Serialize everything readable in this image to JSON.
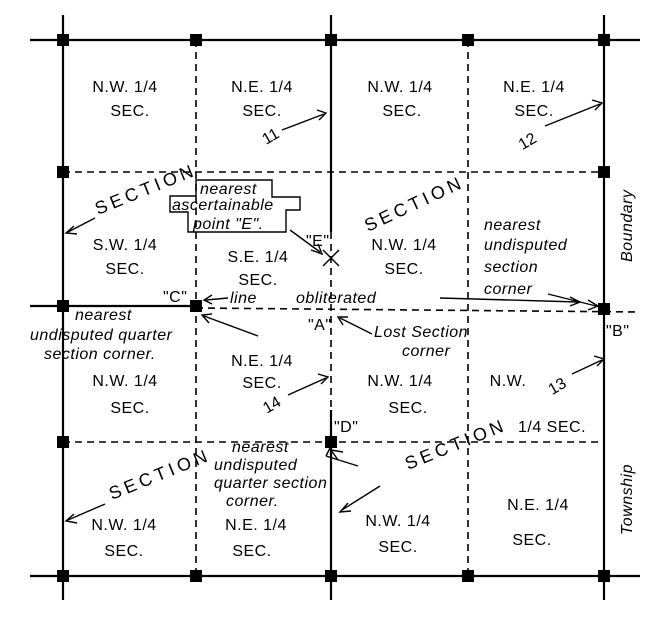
{
  "quarters": {
    "nw1": [
      "N.W. 1/4",
      "SEC."
    ],
    "ne1": [
      "N.E. 1/4",
      "SEC."
    ],
    "nw2": [
      "N.W. 1/4",
      "SEC."
    ],
    "ne2": [
      "N.E. 1/4",
      "SEC."
    ],
    "sw3": [
      "S.W. 1/4",
      "SEC."
    ],
    "se3": [
      "S.E. 1/4",
      "SEC."
    ],
    "nw4": [
      "N.W. 1/4",
      "SEC."
    ],
    "ne5": [
      "N.E. 1/4",
      "SEC."
    ],
    "nw6": [
      "N.W. 1/4",
      "SEC."
    ],
    "nw7": "N.W.",
    "quarter_sec": "1/4 SEC.",
    "nw8": [
      "N.W. 1/4",
      "SEC."
    ],
    "ne8": [
      "N.E. 1/4",
      "SEC."
    ],
    "nw9": [
      "N.W. 1/4",
      "SEC."
    ],
    "ne9": [
      "N.E. 1/4",
      "SEC."
    ]
  },
  "section_numbers": {
    "s11": "11",
    "s12": "12",
    "s13": "13",
    "s14": "14"
  },
  "section_word": "SECTION",
  "points": {
    "a": "\"A\"",
    "b": "\"B\"",
    "c": "\"C\"",
    "d": "\"D\"",
    "e": "\"E\""
  },
  "notes": {
    "nearest_ascertainable": [
      "nearest",
      "ascertainable",
      "point \"E\"."
    ],
    "nearest_undisputed_section": [
      "nearest",
      "undisputed",
      "section",
      "corner"
    ],
    "nearest_undisputed_quarter_left": [
      "nearest",
      "undisputed quarter",
      "section corner."
    ],
    "nearest_undisputed_quarter_mid": [
      "nearest",
      "undisputed",
      "quarter section",
      "corner."
    ],
    "lost_section": [
      "Lost Section",
      "corner"
    ],
    "line": "line",
    "obliterated": "obliterated"
  },
  "boundary": {
    "township": "Township",
    "boundary": "Boundary"
  }
}
